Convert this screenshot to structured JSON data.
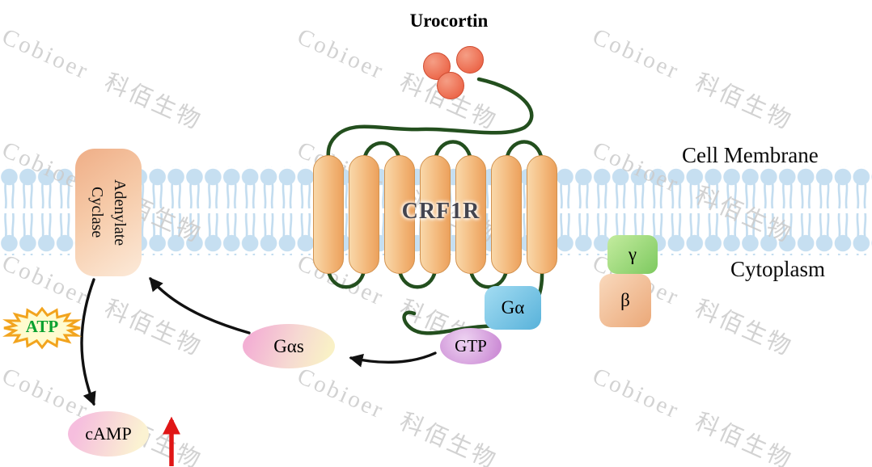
{
  "title": "Urocortin",
  "membrane": {
    "outside_label": "Cell Membrane",
    "inside_label": "Cytoplasm"
  },
  "receptor": {
    "label": "CRF1R"
  },
  "enzyme": {
    "label": "Adenylate Cyclase"
  },
  "g_protein": {
    "gamma": "γ",
    "beta": "β",
    "alpha": "Gα",
    "alpha_s": "Gαs"
  },
  "molecules": {
    "gtp": "GTP",
    "atp": "ATP",
    "camp": "cAMP"
  },
  "watermark": {
    "text": "Cobioer 科佰生物"
  },
  "colors": {
    "membrane_lipid": "#c6dff1",
    "helix_fill": "#f4bd82",
    "loop_green": "#234f1e",
    "urocortin_red": "#ec674a",
    "atp_text_green": "#09a12f",
    "arrow_black": "#111111",
    "arrow_red": "#e01616"
  }
}
